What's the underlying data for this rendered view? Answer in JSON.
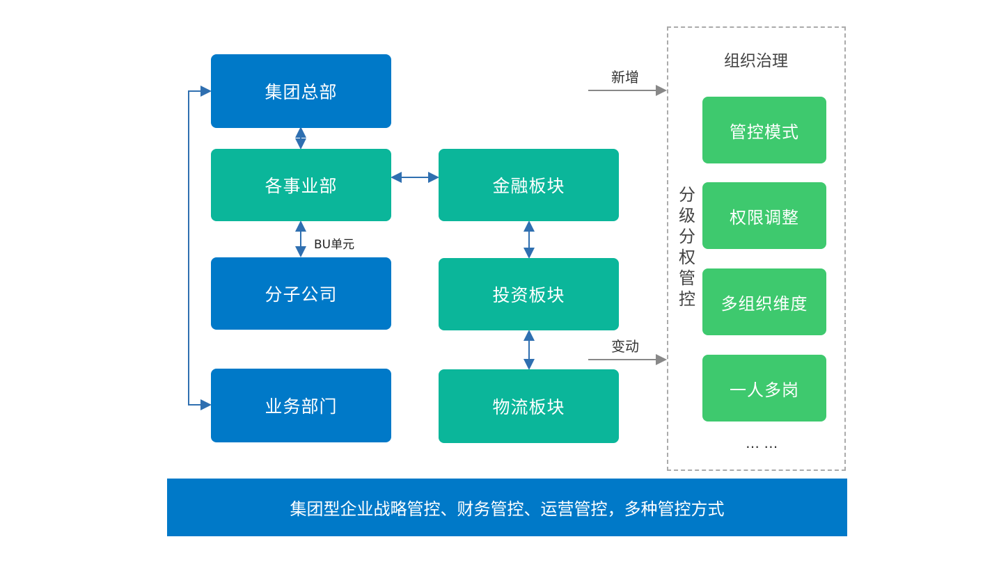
{
  "left_column": {
    "hq": "集团总部",
    "divisions": "各事业部",
    "bu_label": "BU单元",
    "subsidiaries": "分子公司",
    "business_dept": "业务部门"
  },
  "middle_column": {
    "finance": "金融板块",
    "investment": "投资板块",
    "logistics": "物流板块"
  },
  "arrows": {
    "add_label": "新增",
    "change_label": "变动"
  },
  "governance_panel": {
    "title": "组织治理",
    "vertical_label": "分级分权管控",
    "items": [
      "管控模式",
      "权限调整",
      "多组织维度",
      "一人多岗"
    ],
    "ellipsis": "… …"
  },
  "bottom_banner": "集团型企业战略管控、财务管控、运营管控，多种管控方式",
  "colors": {
    "blue": "#0079c8",
    "teal": "#0bb69a",
    "green": "#3ec96e",
    "arrow_blue": "#2f6fb0",
    "arrow_gray": "#888888"
  }
}
